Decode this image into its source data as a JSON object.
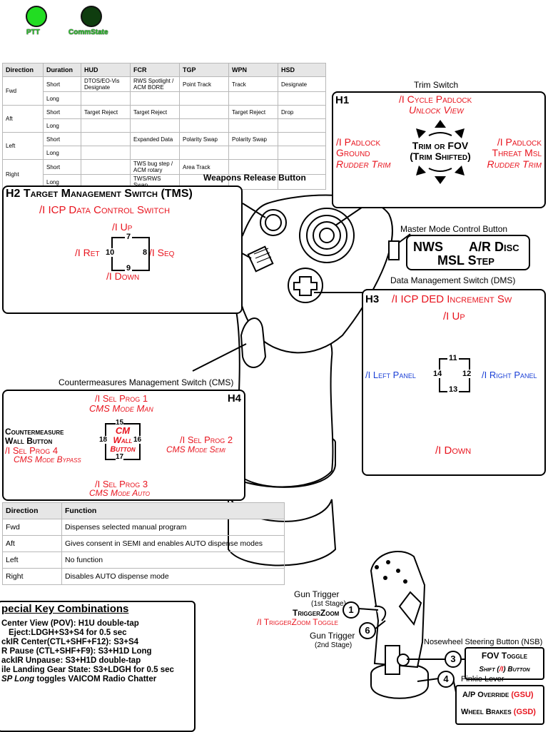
{
  "indicators": {
    "ptt": {
      "label": "PTT",
      "color": "#22dd22"
    },
    "commstate": {
      "label": "CommState",
      "color": "#0f3d0f"
    }
  },
  "hat_table": {
    "headers": [
      "Direction",
      "Duration",
      "HUD",
      "FCR",
      "TGP",
      "WPN",
      "HSD"
    ],
    "rows": [
      [
        "Fwd",
        "Short",
        "DTOS/EO-Vis Designate",
        "RWS Spotlight / ACM BORE",
        "Point Track",
        "Track",
        "Designate"
      ],
      [
        "",
        "Long",
        "",
        "",
        "",
        "",
        ""
      ],
      [
        "Aft",
        "Short",
        "Target Reject",
        "Target Reject",
        "",
        "Target Reject",
        "Drop"
      ],
      [
        "",
        "Long",
        "",
        "",
        "",
        "",
        ""
      ],
      [
        "Left",
        "Short",
        "",
        "Expanded Data",
        "Polarity Swap",
        "Polarity Swap",
        ""
      ],
      [
        "",
        "Long",
        "",
        "",
        "",
        "",
        ""
      ],
      [
        "Right",
        "Short",
        "",
        "TWS bug step / ACM rotary",
        "Area Track",
        "",
        ""
      ],
      [
        "",
        "Long",
        "",
        "TWS/RWS Swap",
        "",
        "",
        ""
      ]
    ]
  },
  "h1": {
    "heading": "Trim Switch",
    "tag": "H1",
    "center1": "Trim or FOV",
    "center2": "(Trim Shifted)",
    "up1": "/I Cycle Padlock",
    "up2": "Unlock View",
    "left1": "/I Padlock",
    "left2": "Ground",
    "left3": "Rudder Trim",
    "right1": "/I Padlock",
    "right2": "Threat Msl",
    "right3": "Rudder Trim"
  },
  "callouts": {
    "weapons": "Weapons Release Button",
    "master": "Master Mode Control Button",
    "dms": "Data Management Switch (DMS)",
    "cms": "Countermeasures Management Switch (CMS)"
  },
  "h2": {
    "title": "H2 Target Management Switch (TMS)",
    "sub": "/I ICP Data Control Switch",
    "up": "/I Up",
    "left": "/I Ret",
    "right": "/I Seq",
    "down": "/I Down",
    "n7": "7",
    "n8": "8",
    "n9": "9",
    "n10": "10"
  },
  "master": {
    "nws": "NWS",
    "ar": "A/R Disc",
    "msl": "MSL Step"
  },
  "h3": {
    "tag": "H3",
    "title": "/I ICP DED Increment Sw",
    "up": "/I Up",
    "left": "/I Left Panel",
    "right": "/I Right Panel",
    "down": "/I Down",
    "n11": "11",
    "n12": "12",
    "n13": "13",
    "n14": "14"
  },
  "h4": {
    "tag": "H4",
    "up1": "/I Sel Prog 1",
    "up2": "CMS Mode Man",
    "wall1": "Countermeasure",
    "wall2": "Wall Button",
    "left1": "/I Sel Prog 4",
    "left2": "CMS Mode Bypass",
    "right1": "/I Sel Prog 2",
    "right2": "CMS Mode Semi",
    "down1": "/I Sel Prog 3",
    "down2": "CMS Mode Auto",
    "cm1": "CM",
    "cm2": "Wall",
    "cm3": "Button",
    "n15": "15",
    "n16": "16",
    "n17": "17",
    "n18": "18"
  },
  "cms_table": {
    "headers": [
      "Direction",
      "Function"
    ],
    "rows": [
      [
        "Fwd",
        "Dispenses selected manual program"
      ],
      [
        "Aft",
        "Gives consent in SEMI and enables AUTO dispense modes"
      ],
      [
        "Left",
        "No function"
      ],
      [
        "Right",
        "Disables AUTO dispense mode"
      ]
    ]
  },
  "special": {
    "title": "pecial Key Combinations",
    "lines": [
      "Center View (POV): H1U double-tap",
      "Eject:LDGH+S3+S4 for 0.5 sec",
      "ckIR Center(CTL+SHF+F12): S3+S4",
      "R Pause (CTL+SHF+F9): S3+H1D Long",
      "ackIR Unpause: S3+H1D double-tap",
      "ile Landing Gear State: S3+LDGH for 0.5 sec"
    ],
    "last_em": "SP Long",
    "last_rest": " toggles VAICOM Radio Chatter"
  },
  "trigger": {
    "gun1": "Gun Trigger",
    "gun1b": "(1st Stage)",
    "tz": "TriggerZoom",
    "tzt": "/I TriggerZoom Toggle",
    "gun2": "Gun Trigger",
    "gun2b": "(2nd Stage)",
    "nsb": "Nosewheel Steering Button (NSB)",
    "fov": "FOV Toggle",
    "shift_a": "Shift (",
    "shift_b": "/I",
    "shift_c": ") Button",
    "pinkie": "Pinkie Lever",
    "ap": "A/P Override",
    "gsu": "(GSU)",
    "wb": "Wheel Brakes",
    "gsd": "(GSD)",
    "c1": "1",
    "c3": "3",
    "c4": "4",
    "c6": "6"
  }
}
